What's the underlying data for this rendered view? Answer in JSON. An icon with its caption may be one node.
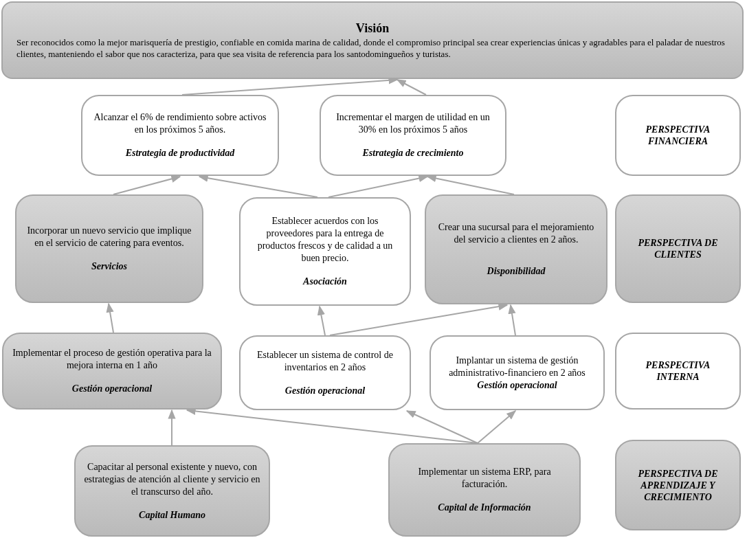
{
  "diagram": {
    "nodes": [
      {
        "text": [
          "Visión",
          "Ser reconocidos como la mejor marisquería de prestigio, confiable en comida marina de calidad, donde el compromiso principal sea crear experiencias únicas y agradables para el paladar de nuestros clientes, manteniendo el sabor que nos caracteriza, para que sea visita de referencia para los santodomingueños y turistas."
        ]
      },
      {
        "text": [
          "Alcanzar el 6% de rendimiento sobre activos en los próximos 5 años.",
          "Estrategia de productividad"
        ]
      },
      {
        "text": [
          "Incrementar el margen de utilidad en un 30% en los próximos 5 años",
          "Estrategia de crecimiento"
        ]
      },
      {
        "text": [
          "PERSPECTIVA FINANCIERA"
        ]
      },
      {
        "text": [
          "Incorporar un nuevo servicio que implique en el servicio de catering para eventos.",
          "Servicios"
        ]
      },
      {
        "text": [
          "Establecer acuerdos con los proveedores para la entrega de productos frescos y de calidad a un buen precio.",
          "Asociación"
        ]
      },
      {
        "text": [
          "Crear una sucursal para el mejoramiento del servicio a clientes en 2 años.",
          "Disponibilidad"
        ]
      },
      {
        "text": [
          "PERSPECTIVA DE CLIENTES"
        ]
      },
      {
        "text": [
          "Implementar el proceso de gestión operativa para la mejora interna en 1 año",
          "Gestión operacional"
        ]
      },
      {
        "text": [
          "Establecer un sistema de control de inventarios en 2 años",
          "Gestión operacional"
        ]
      },
      {
        "text": [
          "Implantar un sistema de gestión administrativo-financiero en 2 años",
          "Gestión operacional"
        ]
      },
      {
        "text": [
          "PERSPECTIVA INTERNA"
        ]
      },
      {
        "text": [
          "Capacitar al personal existente y nuevo, con estrategias de atención al cliente y servicio en el transcurso del año.",
          "Capital Humano"
        ]
      },
      {
        "text": [
          "Implementar un sistema ERP, para facturación.",
          "Capital de Información"
        ]
      },
      {
        "text": [
          "PERSPECTIVA DE APRENDIZAJE Y CRECIMIENTO"
        ]
      }
    ],
    "edges": [
      {
        "from": 1,
        "to": 0,
        "arrow": "to"
      },
      {
        "from": 2,
        "to": 0,
        "arrow": "to"
      },
      {
        "from": 4,
        "to": 1,
        "arrow": "to"
      },
      {
        "from": 5,
        "to": 1,
        "arrow": "to"
      },
      {
        "from": 5,
        "to": 2,
        "arrow": "to"
      },
      {
        "from": 6,
        "to": 2,
        "arrow": "to"
      },
      {
        "from": 8,
        "to": 4,
        "arrow": "to"
      },
      {
        "from": 9,
        "to": 5,
        "arrow": "to"
      },
      {
        "from": 9,
        "to": 6,
        "arrow": "to"
      },
      {
        "from": 10,
        "to": 6,
        "arrow": "to"
      },
      {
        "from": 12,
        "to": 8,
        "arrow": "to"
      },
      {
        "from": 13,
        "to": 8,
        "arrow": "to"
      },
      {
        "from": 13,
        "to": 9,
        "arrow": "to"
      },
      {
        "from": 13,
        "to": 10,
        "arrow": "to"
      }
    ]
  }
}
